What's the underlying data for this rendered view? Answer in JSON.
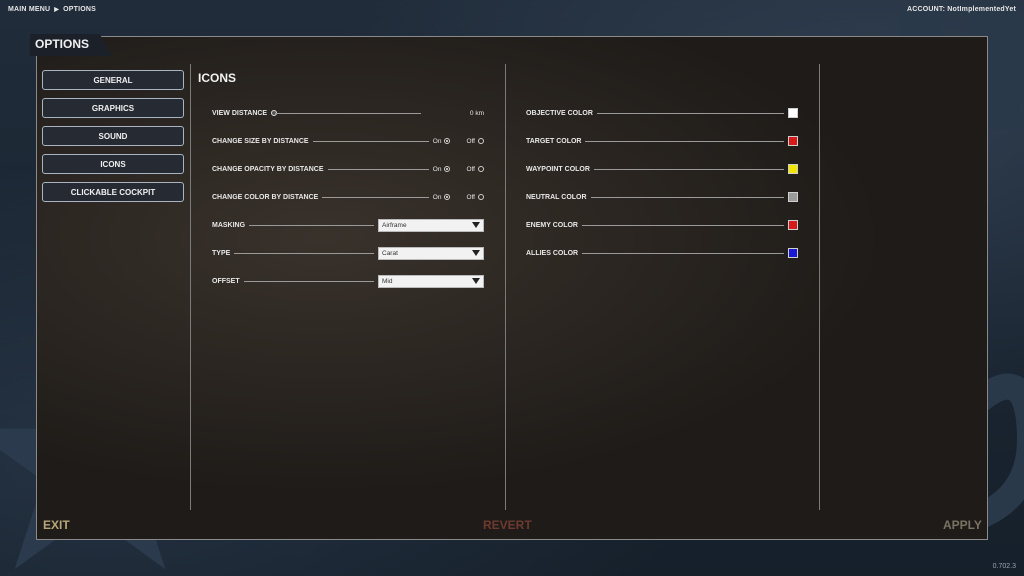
{
  "breadcrumb": {
    "root": "MAIN MENU",
    "sep": "▶",
    "current": "OPTIONS"
  },
  "account": "ACCOUNT: NotImplementedYet",
  "panel_title": "OPTIONS",
  "nav": [
    {
      "label": "GENERAL"
    },
    {
      "label": "GRAPHICS"
    },
    {
      "label": "SOUND"
    },
    {
      "label": "ICONS"
    },
    {
      "label": "CLICKABLE COCKPIT"
    }
  ],
  "section_title": "ICONS",
  "settings": {
    "view_distance": {
      "label": "VIEW DISTANCE",
      "value": "0 km"
    },
    "change_size": {
      "label": "CHANGE SIZE BY DISTANCE",
      "on": "On",
      "off": "Off",
      "selected": "On"
    },
    "change_opacity": {
      "label": "CHANGE OPACITY BY DISTANCE",
      "on": "On",
      "off": "Off",
      "selected": "On"
    },
    "change_color": {
      "label": "CHANGE COLOR BY DISTANCE",
      "on": "On",
      "off": "Off",
      "selected": "On"
    },
    "masking": {
      "label": "MASKING",
      "value": "Airframe"
    },
    "type": {
      "label": "TYPE",
      "value": "Carat"
    },
    "offset": {
      "label": "OFFSET",
      "value": "Mid"
    }
  },
  "colors": [
    {
      "label": "OBJECTIVE COLOR",
      "color": "#ffffff"
    },
    {
      "label": "TARGET COLOR",
      "color": "#d61a1a"
    },
    {
      "label": "WAYPOINT COLOR",
      "color": "#f2e600"
    },
    {
      "label": "NEUTRAL COLOR",
      "color": "#9a9a9a"
    },
    {
      "label": "ENEMY COLOR",
      "color": "#d61a1a"
    },
    {
      "label": "ALLIES COLOR",
      "color": "#1a1ad6"
    }
  ],
  "buttons": {
    "exit": "EXIT",
    "revert": "REVERT",
    "apply": "APPLY"
  },
  "button_colors": {
    "exit": "#b8a67a",
    "revert": "#6e3a30",
    "apply": "#7a7262"
  },
  "version": "0.702.3"
}
